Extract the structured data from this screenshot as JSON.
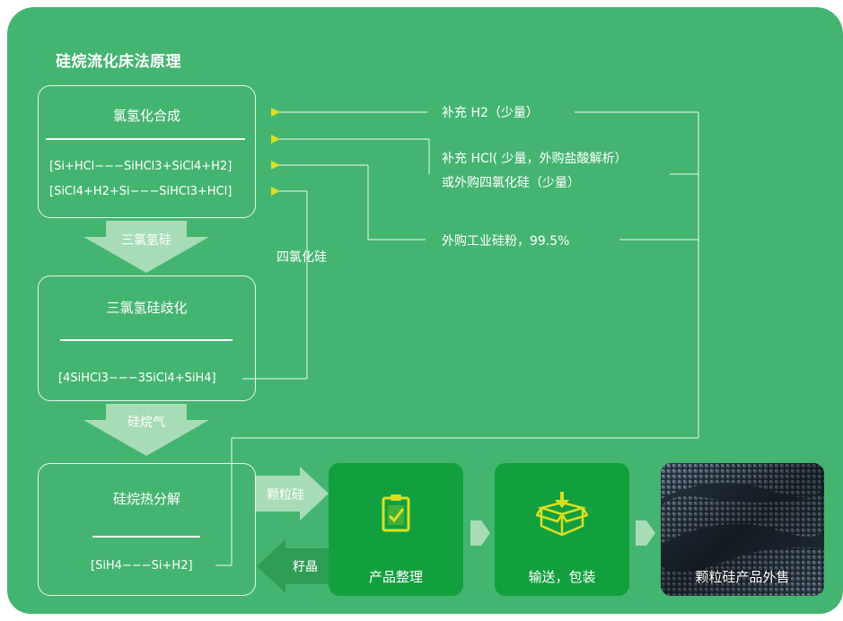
{
  "title": "硅烷流化床法原理",
  "boxes": {
    "chlorination": {
      "title": "氯氢化合成",
      "eq1": "[Si+HCl−−−SiHCl3+SiCl4+H2]",
      "eq2": "[SiCl4+H2+Si−−−SiHCl3+HCl]"
    },
    "disproportionation": {
      "title": "三氯氢硅歧化",
      "eq1": "[4SiHCl3−−−3SiCl4+SiH4]"
    },
    "pyrolysis": {
      "title": "硅烷热分解",
      "eq1": "[SiH4−−−Si+H2]"
    }
  },
  "flow_labels": {
    "trichlorosilane": "三氯氢硅",
    "silane_gas": "硅烷气",
    "silicon_tetrachloride": "四氯化硅",
    "granular_silicon": "颗粒硅",
    "seed_crystal": "籽晶"
  },
  "inputs": {
    "h2": "补充 H2（少量）",
    "hcl_line1": "补充 HCl( 少量，外购盐酸解析）",
    "hcl_line2": "或外购四氯化硅（少量）",
    "silicon_powder": "外购工业硅粉，99.5%"
  },
  "tiles": {
    "sorting": "产品整理",
    "packaging": "输送，包装",
    "sales": "颗粒硅产品外售"
  },
  "icons": [
    "clipboard-check-icon",
    "box-download-icon"
  ],
  "colors": {
    "panel": "#44b571",
    "tile": "#12a03f",
    "arrow_pale": "#a7dcb6",
    "arrow_yellow": "#d9e021",
    "line": "#cfeedd"
  }
}
